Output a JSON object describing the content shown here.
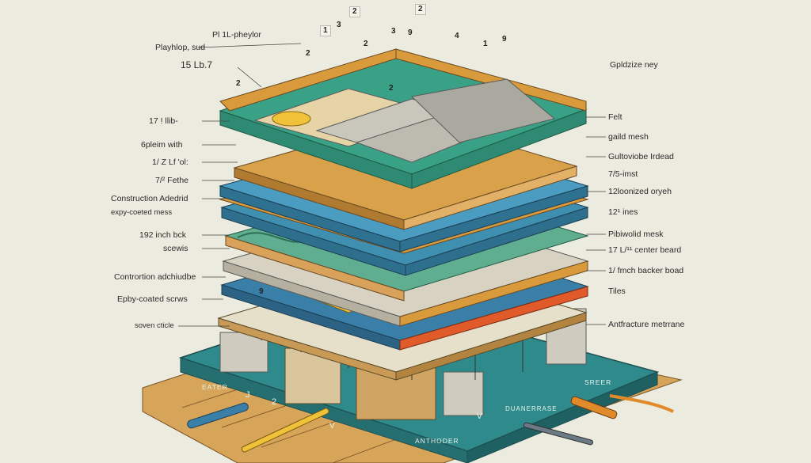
{
  "top_labels": {
    "l1": "Pl 1L-pheylor",
    "l2": "Playhlop, sud",
    "l3": "15 Lb.7",
    "r1": "Gpldzize ney"
  },
  "left_labels": [
    "17 ! llib-",
    "6pleim with",
    "1/ Z Lf 'ol:",
    "7/² Fethe",
    "Construction Adedrid",
    "expy-coeted mess",
    "192 inch bck",
    "scewis",
    "Contrortion adchiudbe",
    "Epby-coated scrws",
    "soven cticle"
  ],
  "right_labels": [
    "Felt",
    "gaild mesh",
    "Gultoviobe Irdead",
    "7/5-imst",
    "12loonized oryeh",
    "12¹ ines",
    "Pibiwolid mesk",
    "17 L/¹¹ center beard",
    "1/ fmch backer boad",
    "Tiles",
    "Antfracture metrrane"
  ],
  "number_markers": [
    "2",
    "2",
    "1",
    "3",
    "2",
    "3",
    "9",
    "4",
    "1",
    "9",
    "2",
    "2",
    "2",
    "9"
  ],
  "base_texts": {
    "left": "EATER",
    "n1": "J",
    "n2": "2",
    "mid": "ANTHODER",
    "v1": "V",
    "center": "DUANERRASE",
    "v2": "V",
    "right": "SREER"
  },
  "colors": {
    "background": "#ecebdf",
    "base_teal": "#2f8a8c",
    "wood": "#d99a3c",
    "membrane_blue": "#3a7fa8",
    "tile_grey": "#c9c7bc",
    "accent_yellow": "#f0c23a"
  }
}
